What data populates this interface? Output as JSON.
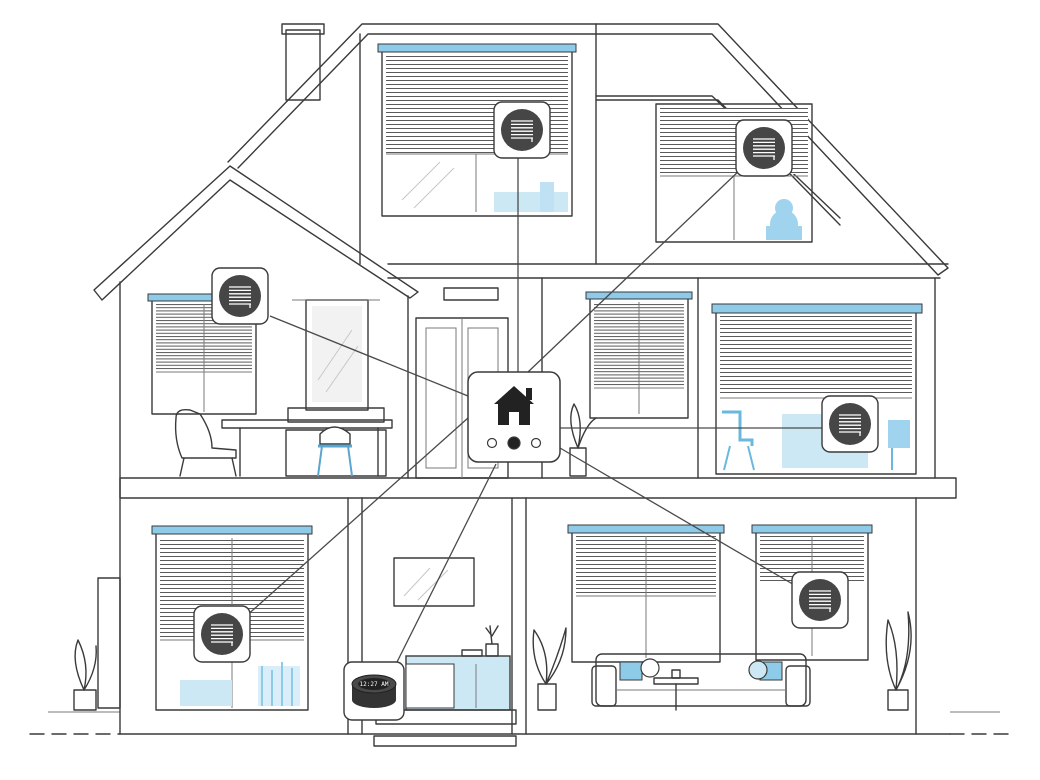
{
  "colors": {
    "line": "#3a3a3a",
    "accent": "#8ecbe8",
    "accent_light": "#cde8f5",
    "device_dark": "#464646",
    "hub_icon": "#222222"
  },
  "hub": {
    "icon": "house-icon",
    "indicators": [
      "empty",
      "filled",
      "empty"
    ]
  },
  "blind_controllers": [
    {
      "name": "attic-left",
      "icon": "blinds-icon"
    },
    {
      "name": "attic-right",
      "icon": "blinds-icon"
    },
    {
      "name": "upper-left",
      "icon": "blinds-icon"
    },
    {
      "name": "upper-right",
      "icon": "blinds-icon"
    },
    {
      "name": "lower-left",
      "icon": "blinds-icon"
    },
    {
      "name": "lower-right",
      "icon": "blinds-icon"
    }
  ],
  "smart_speaker": {
    "icon": "smart-speaker-icon",
    "display_time": "12:27 AM"
  }
}
